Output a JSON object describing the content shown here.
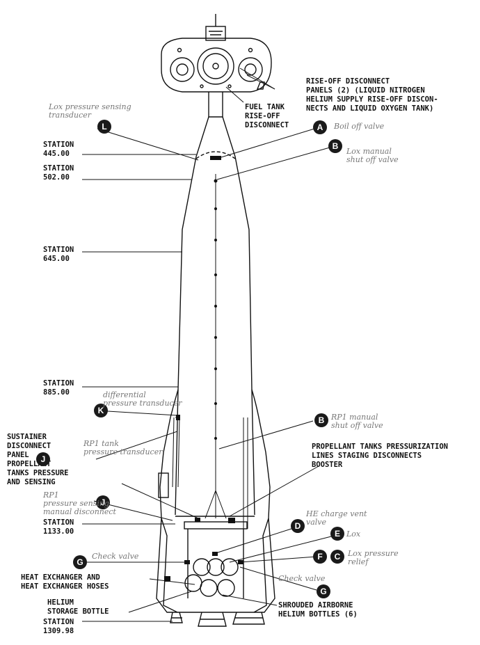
{
  "stations": [
    {
      "label": "STATION",
      "value": "445.00"
    },
    {
      "label": "STATION",
      "value": "502.00"
    },
    {
      "label": "STATION",
      "value": "645.00"
    },
    {
      "label": "STATION",
      "value": "885.00"
    },
    {
      "label": "STATION",
      "value": "1133.00"
    },
    {
      "label": "STATION",
      "value": "1309.98"
    }
  ],
  "labels": {
    "rise_off_panels": "RISE-OFF DISCONNECT\nPANELS (2) (LIQUID NITROGEN\nHELIUM SUPPLY RISE-OFF DISCON-\nNECTS AND LIQUID OXYGEN TANK)",
    "fuel_tank_disconnect": "FUEL TANK\nRISE-OFF\nDISCONNECT",
    "sustainer_panel": "SUSTAINER\nDISCONNECT\nPANEL\nPROPELLANT\nTANKS PRESSURE\nAND SENSING",
    "pressurization_lines": "PROPELLANT TANKS PRESSURIZATION\nLINES STAGING DISCONNECTS\nBOOSTER",
    "heat_exchanger": "HEAT EXCHANGER AND\nHEAT EXCHANGER HOSES",
    "helium_bottle": "HELIUM\nSTORAGE BOTTLE",
    "shrouded_bottles": "SHROUDED AIRBORNE\nHELIUM BOTTLES (6)"
  },
  "callouts": [
    "L",
    "A",
    "B",
    "K",
    "B",
    "J",
    "J",
    "D",
    "E",
    "G",
    "F",
    "C",
    "G"
  ],
  "handwritten": {
    "lox_sensing": "Lox pressure sensing\ntransducer",
    "boil_off": "Boil off valve",
    "lox_manual": "Lox manual\nshut off valve",
    "differential": "differential\npressure transducer",
    "rp1_tank": "RP1 tank\npressure transducer",
    "rp1_manual": "RP1 manual\nshut off valve",
    "rp1_sensing": "RP1\npressure sensing\nmanual disconnect",
    "he_charge": "HE charge vent\nvalve",
    "lox_e": "Lox",
    "check_valve_g": "Check valve",
    "lox_relief": "Lox pressure\nrelief",
    "check_valve_g2": "Check valve"
  }
}
